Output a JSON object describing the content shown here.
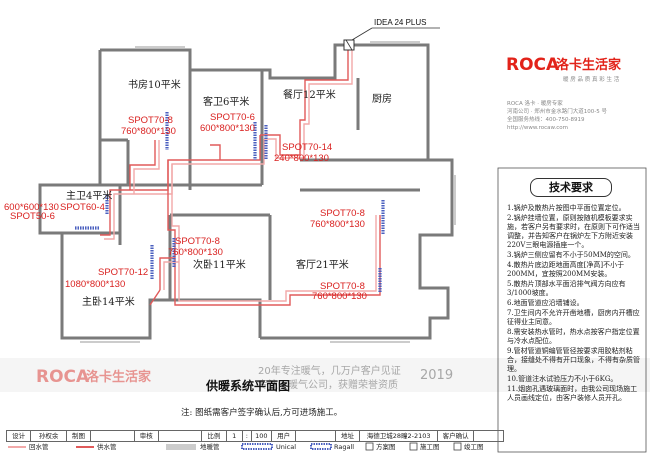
{
  "header": {
    "boiler_label": "IDEA 24 PLUS"
  },
  "brand": {
    "name": "ROCA",
    "name_cn": "洛卡生活家",
    "slogan": "暖 房 品 质   真 彩 生 活"
  },
  "company": {
    "lines": [
      "ROCA 洛卡 · 暖房专家",
      "河南公司 · 郑州市金水路门大道100-5 号",
      "全国服务热线：400-750-8919",
      "http://www.rocaw.com"
    ]
  },
  "rooms": {
    "study": "书房10平米",
    "guest_bath": "客卫6平米",
    "dining": "餐厅12平米",
    "kitchen": "厨房",
    "master_bath": "主卫4平米",
    "second_bedroom": "次卧11平米",
    "living": "客厅21平米",
    "master_bedroom": "主卧14平米"
  },
  "radiators": [
    {
      "model": "SPOT70-8",
      "size": "760*800*130"
    },
    {
      "model": "SPOT70-6",
      "size": "600*800*130"
    },
    {
      "model": "SPOT70-14",
      "size": "240*800*130"
    },
    {
      "model": "SPOT60-4",
      "size": "600*600*130"
    },
    {
      "model": "SPOT50-6",
      "size": ""
    },
    {
      "model": "SPOT70-8",
      "size": "760*800*130"
    },
    {
      "model": "SPOT70-12",
      "size": "1080*800*130"
    },
    {
      "model": "SPOT70-8",
      "size": "760*800*130"
    },
    {
      "model": "SPOT70-8",
      "size": "760*800*130"
    }
  ],
  "requirements": {
    "title": "技术要求",
    "items": [
      "1.锅炉及散热片按图中平面位置定位。",
      "2.锅炉挂墙位置，原则按随机模板要求实施，若客户另有要求时，在原则下可作适当调整，并告知客户在锅炉左下方附近安装220V三眼电源插座一个。",
      "3.锅炉三侧应留有不小于50MM的空间。",
      "4.散热片底边距地面高度[净高]不小于200MM，宜按照200MM安装。",
      "5.散热片顶部水平面沿排气阀方向应有3/1000坡度。",
      "6.地面管道应沿墙铺设。",
      "7.卫生间内不允许开凿地槽，厨房内开槽应征得业主同意。",
      "8.需安装热水管时，热水点按客户指定位置与冷水点配位。",
      "9.管材管道铜编管管径按要求用胶粘剂粘合，接缝处不得有开口现象，不得有杂质管理。",
      "10.管道注水试验压力不小于6KG。",
      "11.烟囱孔遇玻璃面时，由我公司现场施工人员画线定位，由客户装修人员开孔。"
    ]
  },
  "watermark": {
    "line1": "20年专注暖气，几万户客户见证",
    "line2": "专注于暖气公司，获赠荣誉资质",
    "year": "2019"
  },
  "title": "供暖系统平面图",
  "note": "注: 图纸需客户签字确认后,方可进场施工。",
  "title_block": {
    "design_label": "设计",
    "designer": "孙权余",
    "draw_label": "制图",
    "drawer": "",
    "audit_label": "审核",
    "auditor": "",
    "scale_label": "比例",
    "scale_1": "1",
    "scale_sep": ":",
    "scale_2": "100",
    "user_label": "用户",
    "user": "",
    "address_label": "地址",
    "address": "海德卫城28疃2-2103",
    "confirm_label": "客户确认",
    "confirm": ""
  },
  "legend": {
    "return_pipe": "回水管",
    "supply_pipe": "供水管",
    "floor_pipe": "地暖管",
    "unical": "Unical",
    "ragall": "Ragall",
    "scheme": "方案图",
    "construction": "施工图",
    "completion": "竣工图"
  }
}
